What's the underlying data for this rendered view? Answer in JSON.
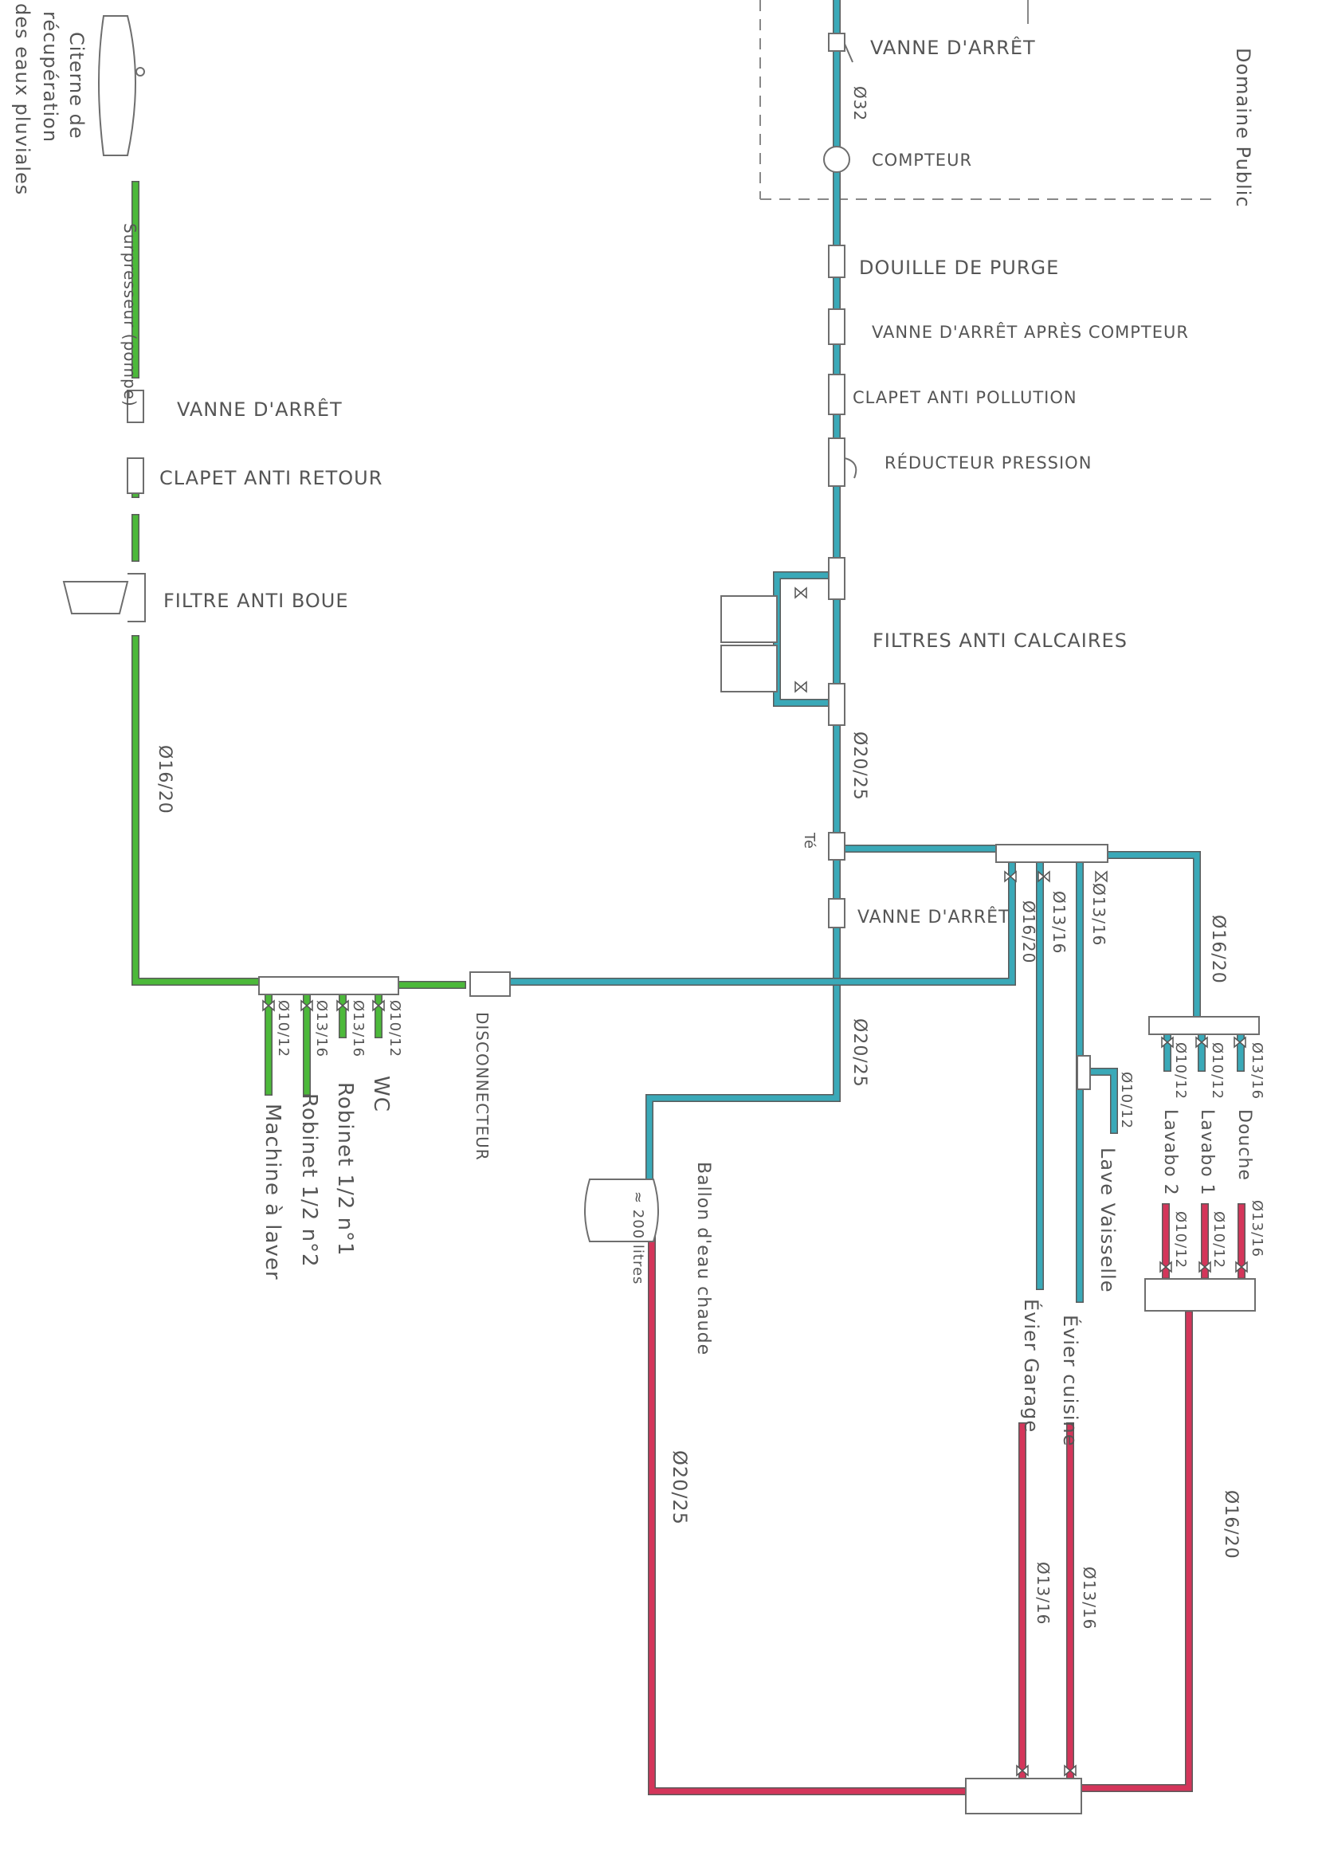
{
  "colors": {
    "cold": "#3aa9b8",
    "hot": "#d4355a",
    "rain": "#4cb93a",
    "outline": "#6e6e6e"
  },
  "zone": {
    "label": "Domaine Public"
  },
  "cistern": {
    "lines": [
      "Citerne de",
      "récupération",
      "des eaux pluviales"
    ]
  },
  "rain_branch": {
    "pump": "Surpresseur (pompe)",
    "valve": "VANNE D'ARRÊT",
    "check_valve": "CLAPET ANTI RETOUR",
    "mud_filter": "FILTRE ANTI BOUE",
    "pipe_diameter": "Ø16/20",
    "outlets": [
      {
        "diam": "Ø10/12",
        "name": "WC"
      },
      {
        "diam": "Ø13/16",
        "name": "Robinet 1/2 n°1"
      },
      {
        "diam": "Ø13/16",
        "name": "Robinet 1/2 n°2"
      },
      {
        "diam": "Ø10/12",
        "name": "Machine à laver"
      }
    ],
    "disconnector": "DISCONNECTEUR"
  },
  "main_line": {
    "valve": "VANNE D'ARRÊT",
    "diam_in": "Ø32",
    "meter": "COMPTEUR",
    "purge": "DOUILLE DE PURGE",
    "valve_after_meter": "VANNE D'ARRÊT APRÈS COMPTEUR",
    "anti_pollution": "CLAPET ANTI POLLUTION",
    "pressure_reducer": "RÉDUCTEUR PRESSION",
    "limescale_filters": "FILTRES ANTI CALCAIRES",
    "diam_main": "Ø20/25",
    "tee": "Té",
    "valve_2": "VANNE D'ARRÊT",
    "diam_heater_feed": "Ø20/25"
  },
  "cold_collector": {
    "diam_a": "Ø16/20",
    "diam_b": "Ø13/16",
    "diam_c": "Ø13/16",
    "diam_right": "Ø16/20",
    "dishwasher_diam": "Ø10/12",
    "dishwasher": "Lave Vaisselle",
    "sink_kitchen": "Évier cuisine",
    "sink_garage": "Évier Garage"
  },
  "bathroom": {
    "cold_outlets": [
      {
        "diam": "Ø13/16",
        "name": "Douche"
      },
      {
        "diam": "Ø10/12",
        "name": "Lavabo 1"
      },
      {
        "diam": "Ø10/12",
        "name": "Lavabo 2"
      }
    ],
    "hot_diams": [
      "Ø13/16",
      "Ø10/12",
      "Ø10/12"
    ]
  },
  "water_heater": {
    "label": "Ballon d'eau chaude",
    "capacity": "≈ 200 litres"
  },
  "hot_line": {
    "diam_main": "Ø20/25",
    "diam_kitchen": "Ø13/16",
    "diam_garage": "Ø13/16",
    "diam_bath": "Ø16/20"
  }
}
